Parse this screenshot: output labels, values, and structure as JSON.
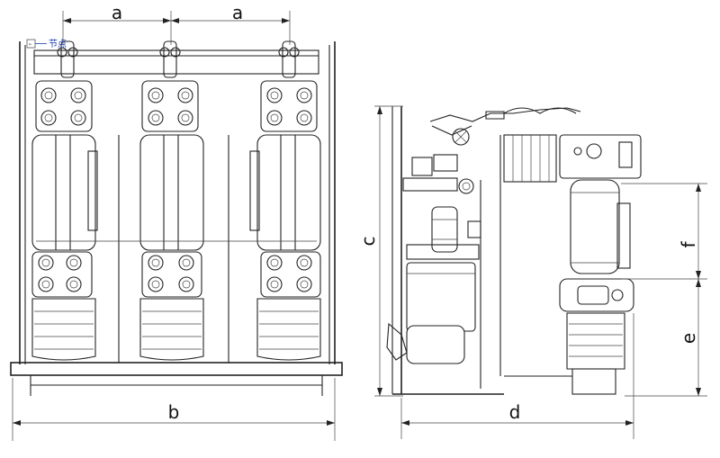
{
  "node_label": "节点",
  "node_toggle": "-",
  "dimensions": {
    "a1": "a",
    "a2": "a",
    "b": "b",
    "c": "c",
    "d": "d",
    "e": "e",
    "f": "f"
  }
}
